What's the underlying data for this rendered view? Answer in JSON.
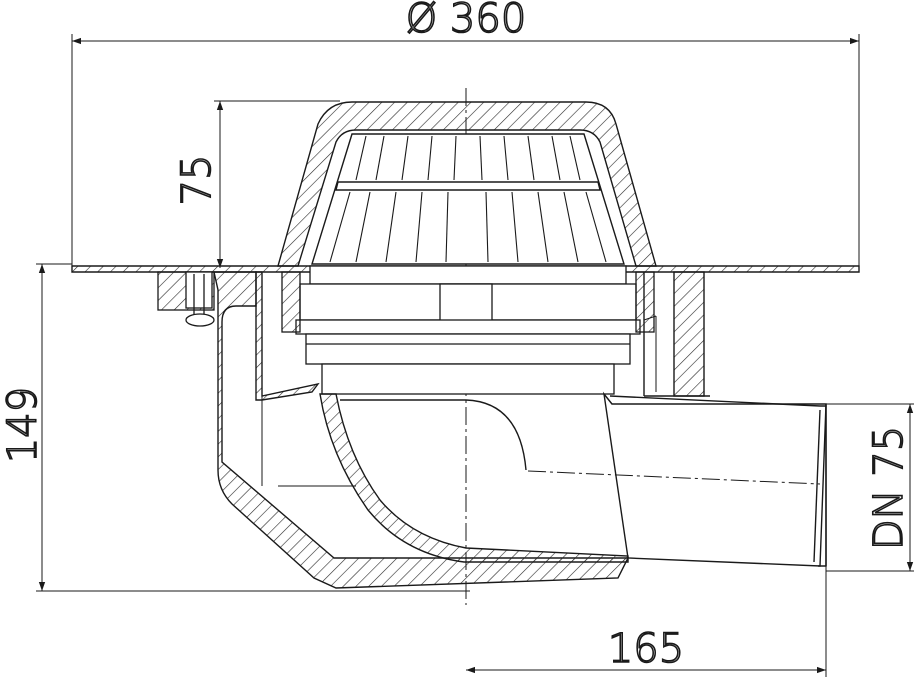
{
  "dimensions": {
    "diameter": "Ø 360",
    "cover_height": "75",
    "total_height": "149",
    "outlet_size": "DN 75",
    "outlet_offset": "165"
  },
  "colors": {
    "line": "#1a1a1a",
    "hatch": "#2a2a2a",
    "background": "#ffffff"
  }
}
